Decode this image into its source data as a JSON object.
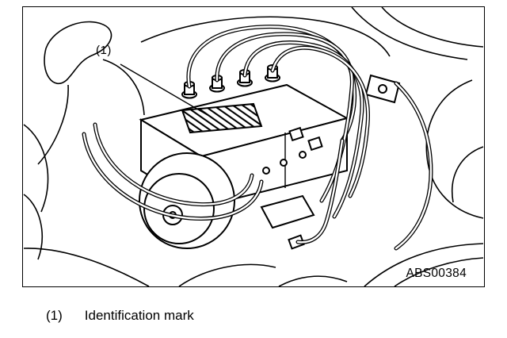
{
  "figure": {
    "callout_label": "(1)",
    "figure_code": "ABS00384"
  },
  "legend": {
    "item_number": "(1)",
    "item_text": "Identification mark"
  }
}
